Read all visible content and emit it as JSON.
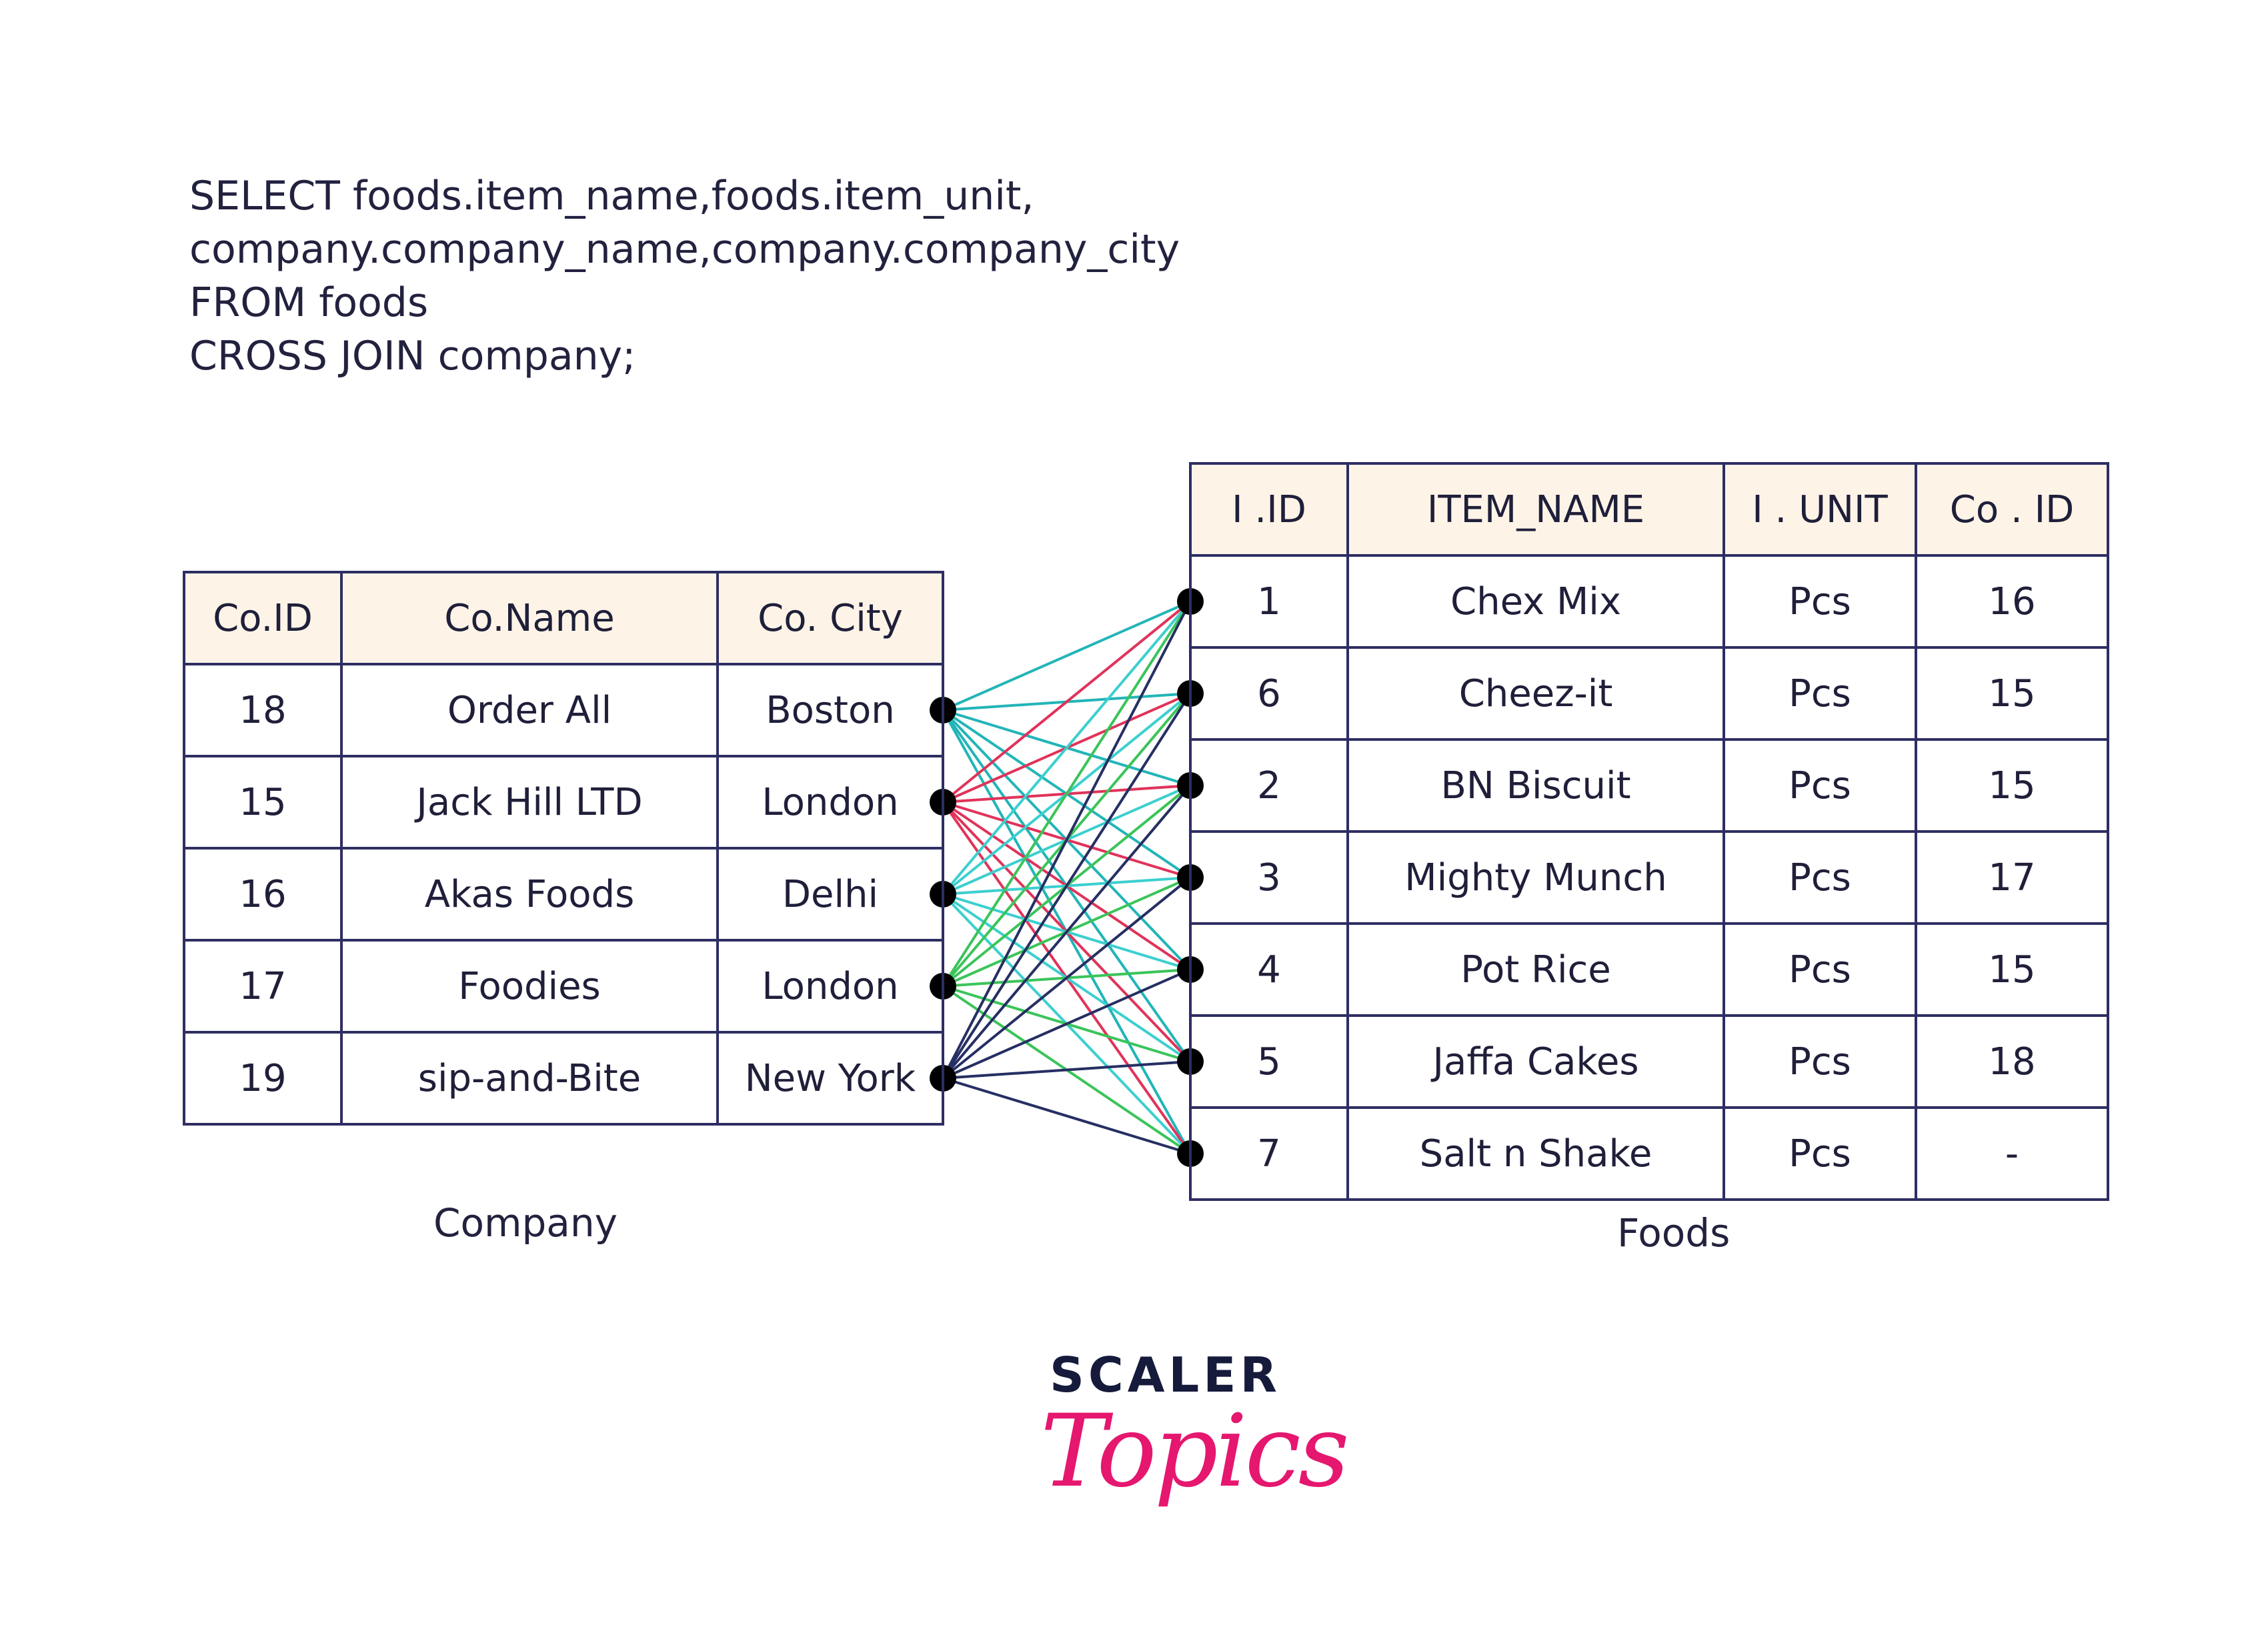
{
  "sql": {
    "lines": [
      "SELECT foods.item_name,foods.item_unit,",
      "company.company_name,company.company_city",
      "FROM foods",
      "CROSS JOIN company;"
    ]
  },
  "company": {
    "caption": "Company",
    "headers": [
      "Co.ID",
      "Co.Name",
      "Co. City"
    ],
    "rows": [
      [
        "18",
        "Order All",
        "Boston"
      ],
      [
        "15",
        "Jack Hill LTD",
        "London"
      ],
      [
        "16",
        "Akas Foods",
        "Delhi"
      ],
      [
        "17",
        "Foodies",
        "London"
      ],
      [
        "19",
        "sip-and-Bite",
        "New York"
      ]
    ]
  },
  "foods": {
    "caption": "Foods",
    "headers": [
      "I .ID",
      "ITEM_NAME",
      "I . UNIT",
      "Co . ID"
    ],
    "rows": [
      [
        "1",
        "Chex Mix",
        "Pcs",
        "16"
      ],
      [
        "6",
        "Cheez-it",
        "Pcs",
        "15"
      ],
      [
        "2",
        "BN Biscuit",
        "Pcs",
        "15"
      ],
      [
        "3",
        "Mighty Munch",
        "Pcs",
        "17"
      ],
      [
        "4",
        "Pot Rice",
        "Pcs",
        "15"
      ],
      [
        "5",
        "Jaffa Cakes",
        "Pcs",
        "18"
      ],
      [
        "7",
        "Salt n Shake",
        "Pcs",
        "-"
      ]
    ]
  },
  "connectors": {
    "colors": [
      "#22b5b8",
      "#e0335a",
      "#3ccfcf",
      "#3bc45a",
      "#262f63"
    ]
  },
  "logo": {
    "word": "SCALER",
    "script": "Topics",
    "word_color": "#161a3b",
    "script_color": "#e5176f"
  }
}
